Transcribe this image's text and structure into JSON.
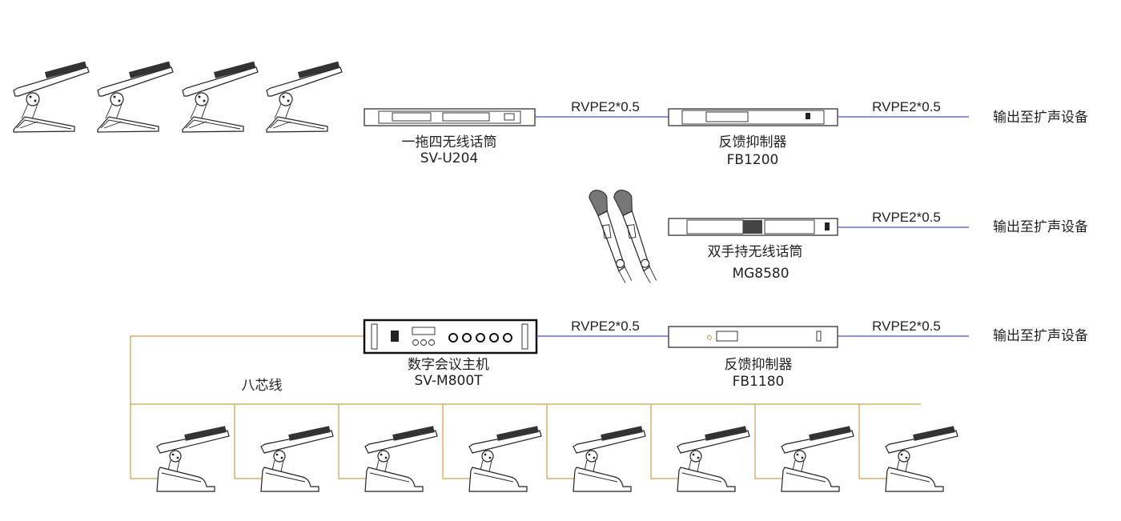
{
  "colors": {
    "signal_line": "#4b4bd0",
    "conference_line": "#c9a24e",
    "device_stroke": "#222222"
  },
  "row1": {
    "receiver": {
      "name": "一拖四无线话筒",
      "model": "SV-U204"
    },
    "cable1": "RVPE2*0.5",
    "processor": {
      "name": "反馈抑制器",
      "model": "FB1200"
    },
    "cable2": "RVPE2*0.5",
    "output": "输出至扩声设备"
  },
  "row2": {
    "receiver": {
      "name": "双手持无线话筒",
      "model": "MG8580"
    },
    "cable": "RVPE2*0.5",
    "output": "输出至扩声设备"
  },
  "row3": {
    "host": {
      "name": "数字会议主机",
      "model": "SV-M800T"
    },
    "cable1": "RVPE2*0.5",
    "processor": {
      "name": "反馈抑制器",
      "model": "FB1180"
    },
    "cable2": "RVPE2*0.5",
    "output": "输出至扩声设备",
    "bus_label": "八芯线"
  },
  "icons": [
    "conference-unit-icon",
    "handheld-mic-icon",
    "rack-device-icon"
  ],
  "counts": {
    "wireless_conference_units": 4,
    "wired_conference_units": 8,
    "handheld_mics": 2
  }
}
